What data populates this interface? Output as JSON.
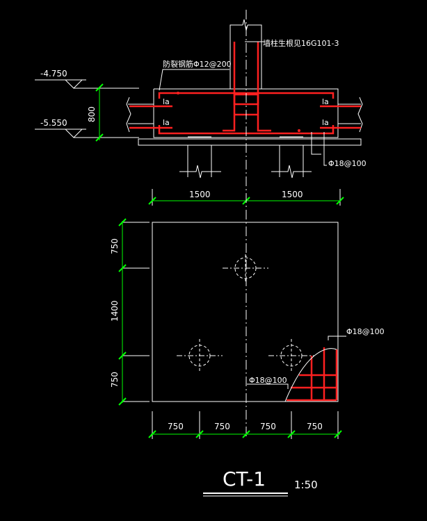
{
  "elevations": {
    "top": "-4.750",
    "bottom": "-5.550"
  },
  "section": {
    "depth": "800",
    "rebar_note_left": "防裂钢筋Φ12@200",
    "rebar_note_top": "墙柱生根见16G101-3",
    "la": "la",
    "rebar_bottom": "Φ18@100"
  },
  "dims": {
    "section_spans": [
      "1500",
      "1500"
    ],
    "plan_vertical": [
      "750",
      "1400",
      "750"
    ],
    "plan_horizontal": [
      "750",
      "750",
      "750",
      "750"
    ]
  },
  "plan": {
    "rebar_right": "Φ18@100",
    "rebar_bottom": "Φ18@100"
  },
  "title": {
    "name": "CT-1",
    "scale": "1:50"
  },
  "colors": {
    "background": "#000000",
    "outline": "#ffffff",
    "rebar": "#ff2020",
    "dimension": "#00ff00"
  }
}
